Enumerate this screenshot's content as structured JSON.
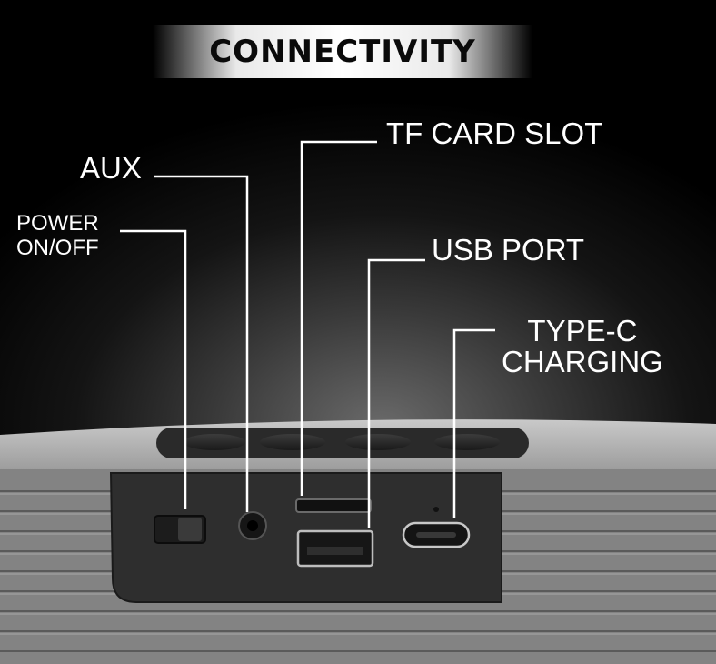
{
  "banner": {
    "title": "CONNECTIVITY"
  },
  "callouts": {
    "aux": "AUX",
    "power": [
      "POWER",
      "ON/OFF"
    ],
    "tf_card": "TF CARD SLOT",
    "usb": "USB PORT",
    "type_c": [
      "TYPE-C",
      "CHARGING"
    ]
  },
  "colors": {
    "background": "#000000",
    "text": "#ffffff",
    "panel": "#2b2b2b",
    "body": "#8d8d8d"
  },
  "icons": [
    "power-switch",
    "aux-jack",
    "tf-card-slot",
    "usb-a-port",
    "usb-c-port",
    "led-indicator"
  ]
}
